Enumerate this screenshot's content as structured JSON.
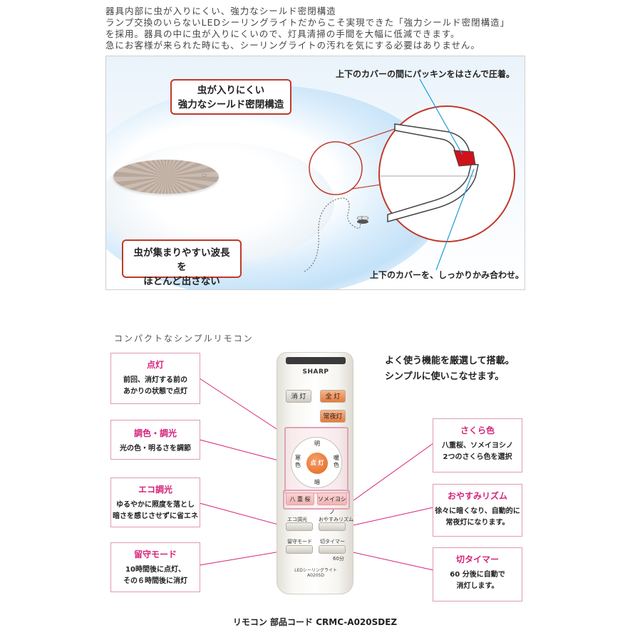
{
  "intro": {
    "line1": "器具内部に虫が入りにくい、強力なシールド密閉構造",
    "line2": "ランプ交換のいらないLEDシーリングライトだからこそ実現できた「強力シールド密閉構造」",
    "line3": "を採用。器具の中に虫が入りにくいので、灯具清掃の手間を大幅に低減できます。",
    "line4": "急にお客様が来られた時にも、シーリングライトの汚れを気にする必要はありません。"
  },
  "panel": {
    "callout_top_line1": "虫が入りにくい",
    "callout_top_line2": "強力なシールド密閉構造",
    "callout_bottom_line1": "虫が集まりやすい波長を",
    "callout_bottom_line2": "ほとんど出さない",
    "note_top": "上下のカバーの間にパッキンをはさんで圧着。",
    "note_bottom": "上下のカバーを、しっかりかみ合わせ。"
  },
  "remote_section": {
    "heading": "コンパクトなシンプルリモコン",
    "tagline_line1": "よく使う機能を厳選して搭載。",
    "tagline_line2": "シンプルに使いこなせます。"
  },
  "remote": {
    "brand": "SHARP",
    "btn_off": "消 灯",
    "btn_full": "全 灯",
    "btn_night": "常夜灯",
    "dial_top": "明",
    "dial_bottom": "暗",
    "dial_left": "寒色",
    "dial_right": "暖色",
    "dial_center": "点 灯",
    "btn_yae": "八 重 桜",
    "btn_somei": "ソメイヨシノ",
    "lbl_eco": "エコ調光",
    "lbl_oyasumi": "おやすみリズム",
    "lbl_rusu": "留守モード",
    "lbl_kiri": "切タイマー",
    "lbl_60": "60分",
    "foot_line1": "LEDシーリングライト",
    "foot_line2": "A020SD"
  },
  "features": {
    "tento": {
      "title": "点灯",
      "line1": "前回、消灯する前の",
      "line2": "あかりの状態で点灯"
    },
    "chosyoku": {
      "title": "調色・調光",
      "line1": "光の色・明るさを調節"
    },
    "eco": {
      "title": "エコ調光",
      "line1": "ゆるやかに照度を落とし",
      "line2": "暗さを感じさせずに省エネ"
    },
    "rusu": {
      "title": "留守モード",
      "line1": "10時間後に点灯、",
      "line2": "その６時間後に消灯"
    },
    "sakura": {
      "title": "さくら色",
      "line1": "八重桜、ソメイヨシノ",
      "line2": "2つのさくら色を選択"
    },
    "oyasumi": {
      "title": "おやすみリズム",
      "line1": "徐々に暗くなり、自動的に",
      "line2": "常夜灯になります。"
    },
    "kiri": {
      "title": "切タイマー",
      "line1": "60 分後に自動で",
      "line2": "消灯します。"
    }
  },
  "footer": "リモコン 部品コード CRMC-A020SDEZ",
  "colors": {
    "accent_red": "#c0392b",
    "accent_pink": "#d6247a",
    "orange": "#e57a3c",
    "line_blue": "#1e9bd7"
  }
}
